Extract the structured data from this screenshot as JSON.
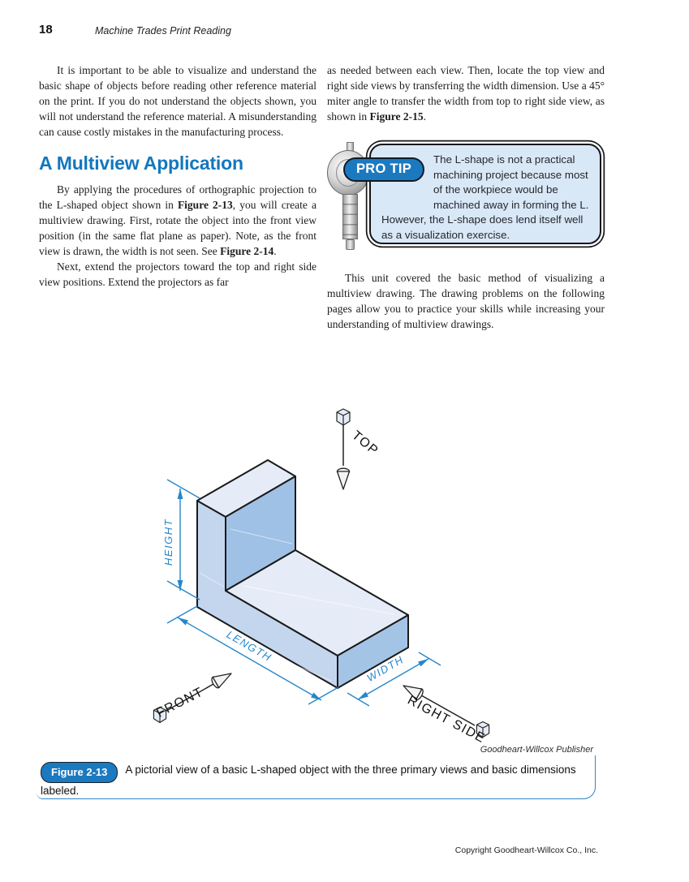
{
  "header": {
    "page_number": "18",
    "running_title": "Machine Trades Print Reading"
  },
  "left_column": {
    "para1": "It is important to be able to visualize and understand the basic shape of objects before reading other reference material on the print. If you do not understand the objects shown, you will not understand the reference material. A misunderstanding can cause costly mistakes in the manufacturing process.",
    "heading": "A Multiview Application",
    "para2": {
      "t1": "By applying the procedures of orthographic projection to the L-shaped object shown in ",
      "b1": "Figure 2-13",
      "t2": ", you will create a multiview drawing. First, rotate the object into the front view position (in the same flat plane as paper). Note, as the front view is drawn, the width is not seen. See ",
      "b2": "Figure 2-14",
      "t3": "."
    },
    "para3": "Next, extend the projectors toward the top and right side view positions. Extend the projectors as far"
  },
  "right_column": {
    "para1": {
      "t1": "as needed between each view. Then, locate the top view and right side views by transferring the width dimension. Use a 45° miter angle to transfer the width from top to right side view, as shown in ",
      "b1": "Figure 2-15",
      "t2": "."
    },
    "protip": {
      "badge": "PRO TIP",
      "text": "The L-shape is not a practical machining project because most of the workpiece would be machined away in forming the L. However, the L-shape does lend itself well as a visualization exercise."
    },
    "para2": "This unit covered the basic method of visualizing a multiview drawing. The drawing problems on the following pages allow you to practice your skills while increasing your understanding of multiview drawings."
  },
  "figure": {
    "labels": {
      "top": "TOP",
      "front": "FRONT",
      "right_side": "RIGHT  SIDE",
      "height": "HEIGHT",
      "length": "LENGTH",
      "width": "WIDTH"
    },
    "credit": "Goodheart-Willcox Publisher",
    "caption_badge": "Figure 2-13",
    "caption": "A pictorial view of a basic L-shaped object with the three primary views and basic dimensions labeled."
  },
  "footer": {
    "copyright": "Copyright Goodheart-Willcox Co., Inc."
  },
  "colors": {
    "heading-blue": "#1377be",
    "badge-blue": "#1b79c0",
    "dim-blue": "#2587cb",
    "tip-fill": "#d9e8f7",
    "face-light": "#e6ecf7",
    "face-mid": "#c3d6ee",
    "face-dark": "#9fc1e5",
    "face-end": "#a4c4e6",
    "caption-border": "#2e86c8",
    "outline-dark": "#1a1a1a"
  }
}
